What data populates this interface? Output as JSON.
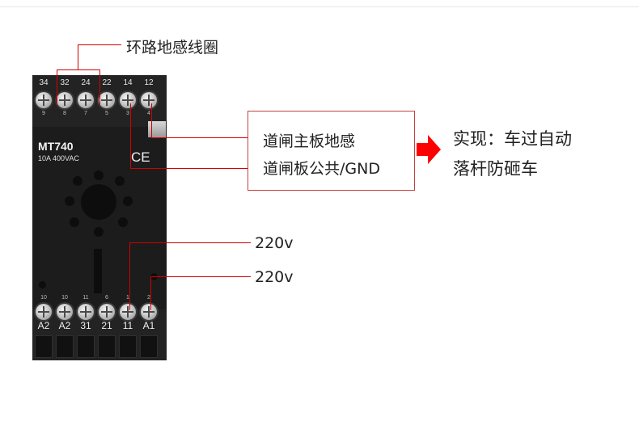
{
  "diagram": {
    "top_pins": [
      "34",
      "32",
      "24",
      "22",
      "14",
      "12"
    ],
    "top_subpins": [
      "9",
      "8",
      "7",
      "5",
      "3",
      "4"
    ],
    "bottom_pins": [
      "10",
      "10",
      "11",
      "6",
      "1",
      "2"
    ],
    "bottom_terminals": [
      "A2",
      "A2",
      "31",
      "21",
      "11",
      "A1"
    ],
    "model": "MT740",
    "rating": "10A  400VAC",
    "ce_mark": "CE",
    "loop_coil_label": "环路地感线圈",
    "box_line1": "道闸主板地感",
    "box_line2": "道闸板公共/GND",
    "result_line1": "实现：车过自动",
    "result_line2": "落杆防砸车",
    "power_label_1": "220v",
    "power_label_2": "220v",
    "colors": {
      "annotation": "#d40000",
      "arrow": "#ff0000",
      "relay": "#1c1c1c"
    }
  }
}
